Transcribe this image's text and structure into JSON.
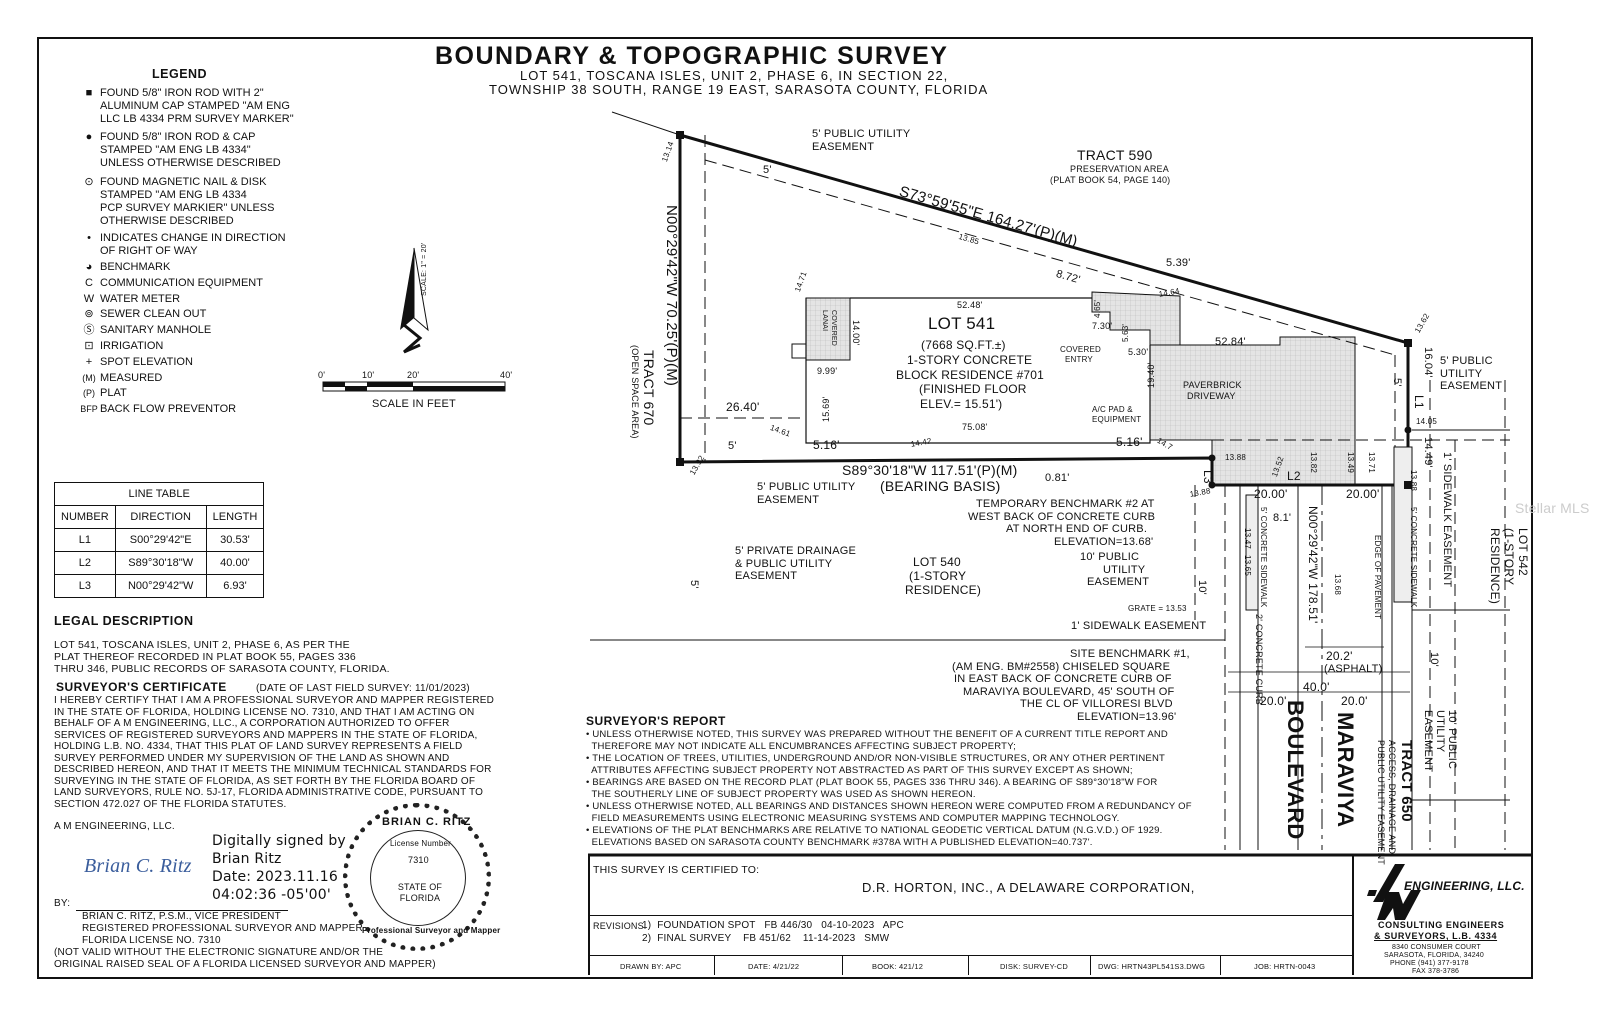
{
  "title": {
    "main": "BOUNDARY & TOPOGRAPHIC SURVEY",
    "line1": "LOT 541, TOSCANA ISLES, UNIT 2, PHASE 6, IN SECTION 22,",
    "line2": "TOWNSHIP 38 SOUTH, RANGE 19 EAST, SARASOTA COUNTY, FLORIDA"
  },
  "legend": {
    "heading": "LEGEND",
    "items": [
      {
        "icon": "filled-square",
        "symbol": "■",
        "text": "FOUND 5/8\" IRON ROD WITH 2\"\nALUMINUM CAP STAMPED \"AM ENG\nLLC LB 4334 PRM SURVEY MARKER\""
      },
      {
        "icon": "filled-circle",
        "symbol": "●",
        "text": "FOUND 5/8\" IRON ROD & CAP\nSTAMPED \"AM ENG LB 4334\"\nUNLESS OTHERWISE DESCRIBED"
      },
      {
        "icon": "dot-circle",
        "symbol": "⊙",
        "text": "FOUND MAGNETIC NAIL & DISK\nSTAMPED \"AM ENG LB 4334\nPCP SURVEY MARKIER\" UNLESS\nOTHERWISE DESCRIBED"
      },
      {
        "icon": "small-dot",
        "symbol": "•",
        "text": "INDICATES CHANGE IN DIRECTION\nOF RIGHT OF WAY"
      },
      {
        "icon": "benchmark",
        "symbol": "◕",
        "text": "BENCHMARK"
      },
      {
        "icon": "communication-box",
        "symbol": "C",
        "text": "COMMUNICATION EQUIPMENT"
      },
      {
        "icon": "water-meter",
        "symbol": "W",
        "text": "WATER METER"
      },
      {
        "icon": "sewer-clean-out",
        "symbol": "⊚",
        "text": "SEWER CLEAN OUT"
      },
      {
        "icon": "sanitary-manhole",
        "symbol": "Ⓢ",
        "text": "SANITARY MANHOLE"
      },
      {
        "icon": "irrigation",
        "symbol": "⊡",
        "text": "IRRIGATION"
      },
      {
        "icon": "plus",
        "symbol": "+",
        "text": "SPOT ELEVATION"
      },
      {
        "icon": "m-text",
        "symbol": "(M)",
        "text": "MEASURED"
      },
      {
        "icon": "p-text",
        "symbol": "(P)",
        "text": "PLAT"
      },
      {
        "icon": "bfp-oval",
        "symbol": "BFP",
        "text": "BACK FLOW PREVENTOR"
      }
    ]
  },
  "north_arrow": {
    "label": "N",
    "scale_note": "SCALE: 1\" = 20'"
  },
  "scale_bar": {
    "ticks": [
      "0'",
      "10'",
      "20'",
      "40'"
    ],
    "label": "SCALE IN FEET"
  },
  "line_table": {
    "title": "LINE TABLE",
    "headers": [
      "NUMBER",
      "DIRECTION",
      "LENGTH"
    ],
    "rows": [
      [
        "L1",
        "S00°29'42\"E",
        "30.53'"
      ],
      [
        "L2",
        "S89°30'18\"W",
        "40.00'"
      ],
      [
        "L3",
        "N00°29'42\"W",
        "6.93'"
      ]
    ]
  },
  "legal_description": {
    "heading": "LEGAL DESCRIPTION",
    "lines": [
      "LOT 541, TOSCANA ISLES, UNIT 2, PHASE 6, AS PER THE",
      "PLAT THEREOF RECORDED IN PLAT BOOK 55, PAGES 336",
      "THRU 346, PUBLIC RECORDS OF SARASOTA COUNTY, FLORIDA."
    ]
  },
  "surveyor_certificate": {
    "heading": "SURVEYOR'S CERTIFICATE",
    "date_note": "(DATE OF LAST FIELD SURVEY: 11/01/2023)",
    "lines": [
      "I HEREBY CERTIFY THAT I AM A PROFESSIONAL SURVEYOR AND MAPPER REGISTERED",
      "IN THE STATE OF FLORIDA, HOLDING LICENSE NO. 7310, AND THAT I AM ACTING ON",
      "BEHALF OF A M ENGINEERING, LLC., A CORPORATION AUTHORIZED TO OFFER",
      "SERVICES OF REGISTERED SURVEYORS AND MAPPERS IN THE STATE OF FLORIDA,",
      "HOLDING L.B. NO. 4334, THAT THIS PLAT OF LAND SURVEY REPRESENTS A FIELD",
      "SURVEY PERFORMED UNDER MY SUPERVISION OF THE LAND AS SHOWN AND",
      "DESCRIBED HEREON, AND THAT IT MEETS THE MINIMUM TECHNICAL STANDARDS FOR",
      "SURVEYING IN THE STATE OF FLORIDA, AS SET FORTH BY THE FLORIDA BOARD OF",
      "LAND SURVEYORS, RULE NO. 5J-17, FLORIDA ADMINISTRATIVE CODE, PURSUANT TO",
      "SECTION 472.027 OF THE FLORIDA STATUTES."
    ],
    "company": "A M ENGINEERING, LLC.",
    "signature": "Brian C. Ritz",
    "digital_signature": [
      "Digitally signed by",
      "Brian Ritz",
      "Date: 2023.11.16",
      "04:02:36 -05'00'"
    ],
    "by_label": "BY:",
    "signer_lines": [
      "BRIAN C. RITZ, P.S.M., VICE PRESIDENT",
      "REGISTERED PROFESSIONAL SURVEYOR AND MAPPER",
      "FLORIDA LICENSE NO. 7310"
    ],
    "validity_note": [
      "(NOT VALID WITHOUT THE ELECTRONIC SIGNATURE AND/OR THE",
      "ORIGINAL RAISED SEAL OF A FLORIDA LICENSED SURVEYOR AND MAPPER)"
    ]
  },
  "seal": {
    "name": "BRIAN C. RITZ",
    "license_label": "License Number",
    "license_number": "7310",
    "state": "STATE OF FLORIDA",
    "ring_text": "Professional Surveyor and Mapper"
  },
  "drawing": {
    "lot_title": "LOT 541",
    "lot_area": "(7668 SQ.FT.±)",
    "residence": [
      "1-STORY CONCRETE",
      "BLOCK RESIDENCE #701",
      "(FINISHED FLOOR",
      "ELEV.= 15.51')"
    ],
    "north_bearing": "S73°59'55\"E 164.27'(P)(M)",
    "west_bearing": "N00°29'42\"W 70.25'(P)(M)",
    "south_bearing": "S89°30'18\"W 117.51'(P)(M)",
    "bearing_basis": "(BEARING BASIS)",
    "road_bearing": "N00°29'42\"W 178.51'",
    "tract_590": "TRACT 590",
    "tract_590_sub": [
      "PRESERVATION AREA",
      "(PLAT BOOK 54, PAGE 140)"
    ],
    "tract_670": "TRACT 670",
    "tract_670_sub": "(OPEN SPACE AREA)",
    "tract_650": "TRACT 650",
    "tract_650_sub": [
      "ACCESS, DRAINAGE AND",
      "PUBLIC UTILITY EASEMENT"
    ],
    "lot_540": [
      "LOT 540",
      "(1-STORY",
      "RESIDENCE)"
    ],
    "lot_542": [
      "LOT 542",
      "(1-STORY",
      "RESIDENCE)"
    ],
    "road_name": [
      "MARAVIYA",
      "BOULEVARD"
    ],
    "labels": {
      "pue_north": [
        "5' PUBLIC UTILITY",
        "EASEMENT"
      ],
      "pue_south": [
        "5' PUBLIC UTILITY",
        "EASEMENT"
      ],
      "pue_east": [
        "5' PUBLIC",
        "UTILITY",
        "EASEMENT"
      ],
      "private_drainage": [
        "5' PRIVATE DRAINAGE",
        "& PUBLIC UTILITY",
        "EASEMENT"
      ],
      "pue_10_west": [
        "10' PUBLIC",
        "UTILITY",
        "EASEMENT"
      ],
      "pue_10_east": [
        "10' PUBLIC",
        "UTILITY",
        "EASEMENT"
      ],
      "sidewalk_easement": "1' SIDEWALK EASEMENT",
      "sidewalk_easement_east": "1' SIDEWALK EASEMENT",
      "temp_benchmark": [
        "TEMPORARY BENCHMARK #2 AT",
        "WEST BACK OF CONCRETE CURB",
        "AT NORTH END OF CURB.",
        "ELEVATION=13.68'"
      ],
      "site_benchmark": [
        "SITE BENCHMARK #1,",
        "(AM ENG. BM#2558) CHISELED SQUARE",
        "IN EAST BACK OF CONCRETE CURB OF",
        "MARAVIYA BOULEVARD, 45' SOUTH OF",
        "THE CL OF VILLORESI BLVD",
        "ELEVATION=13.96'"
      ],
      "covered_lanai": "COVERED LANAI",
      "covered_entry": [
        "COVERED",
        "ENTRY"
      ],
      "paverbrick": [
        "PAVERBRICK",
        "DRIVEWAY"
      ],
      "ac_pad": [
        "A/C PAD &",
        "EQUIPMENT"
      ],
      "concrete_sidewalk": "5' CONCRETE SIDEWALK",
      "concrete_curb": "2' CONCRETE CURB",
      "edge_of_pavement": "EDGE OF PAVEMENT",
      "asphalt": [
        "20.2'",
        "(ASPHALT)"
      ],
      "grate": "GRATE = 13.53"
    },
    "dims": [
      "52.48'",
      "75.08'",
      "14.00'",
      "9.99'",
      "15.69'",
      "26.40'",
      "5.16'",
      "5.16'",
      "0.81'",
      "8.72'",
      "5.39'",
      "4.65'",
      "7.30'",
      "5.63'",
      "5.30'",
      "19.40'",
      "52.84'",
      "16.04'",
      "14.49'",
      "20.00'",
      "20.00'",
      "40.0'",
      "20.0'",
      "20.0'",
      "8.1'",
      "5'",
      "5'",
      "5'",
      "5'",
      "10'",
      "10'",
      "L1",
      "L2",
      "L3"
    ],
    "spots": [
      "13.14",
      "13.85",
      "14.71",
      "14.64",
      "13.62",
      "14.05",
      "14.61",
      "14.42",
      "13.92",
      "14.7",
      "13.88",
      "13.88",
      "13.52",
      "13.82",
      "13.49",
      "13.71",
      "13.88",
      "13.47",
      "13.65",
      "13.68"
    ]
  },
  "surveyors_report": {
    "heading": "SURVEYOR'S REPORT",
    "items": [
      "• UNLESS OTHERWISE NOTED, THIS SURVEY WAS PREPARED WITHOUT THE BENEFIT OF A CURRENT TITLE REPORT AND\n  THEREFORE MAY NOT INDICATE ALL ENCUMBRANCES AFFECTING SUBJECT PROPERTY;",
      "• THE LOCATION OF TREES, UTILITIES, UNDERGROUND AND/OR NON-VISIBLE STRUCTURES, OR ANY OTHER PERTINENT\n  ATTRIBUTES AFFECTING SUBJECT PROPERTY NOT ABSTRACTED AS PART OF THIS SURVEY EXCEPT AS SHOWN;",
      "• BEARINGS ARE BASED ON THE RECORD PLAT (PLAT BOOK 55, PAGES 336 THRU 346). A BEARING OF S89°30'18\"W FOR\n  THE SOUTHERLY LINE OF SUBJECT PROPERTY WAS USED AS SHOWN HEREON.",
      "• UNLESS OTHERWISE NOTED, ALL BEARINGS AND DISTANCES SHOWN HEREON WERE COMPUTED FROM A REDUNDANCY OF\n  FIELD MEASUREMENTS USING ELECTRONIC MEASURING SYSTEMS AND COMPUTER MAPPING TECHNOLOGY.",
      "• ELEVATIONS OF THE PLAT BENCHMARKS ARE RELATIVE TO NATIONAL GEODETIC VERTICAL DATUM (N.G.V.D.) OF 1929.\n  ELEVATIONS BASED ON SARASOTA COUNTY BENCHMARK #378A WITH A PUBLISHED ELEVATION=40.737'."
    ]
  },
  "title_block": {
    "certified_label": "THIS SURVEY IS CERTIFIED TO:",
    "certified_to": "D.R. HORTON, INC., A DELAWARE CORPORATION,",
    "revisions_label": "REVISIONS:",
    "revisions": [
      "1)  FOUNDATION SPOT   FB 446/30   04-10-2023   APC",
      "2)  FINAL SURVEY    FB 451/62    11-14-2023   SMW"
    ],
    "cells": [
      "DRAWN BY: APC",
      "DATE: 4/21/22",
      "BOOK: 421/12",
      "DISK: SURVEY-CD",
      "DWG: HRTN43PL541S3.DWG",
      "JOB: HRTN-0043"
    ]
  },
  "company": {
    "logo_letters": "AM",
    "name": "ENGINEERING, LLC.",
    "line1": "CONSULTING ENGINEERS",
    "line2": "& SURVEYORS, L.B. 4334",
    "address1": "8340 CONSUMER COURT",
    "address2": "SARASOTA, FLORIDA, 34240",
    "phone": "PHONE (941) 377-9178",
    "fax": "FAX 378-3786"
  },
  "watermark": "Stellar MLS"
}
